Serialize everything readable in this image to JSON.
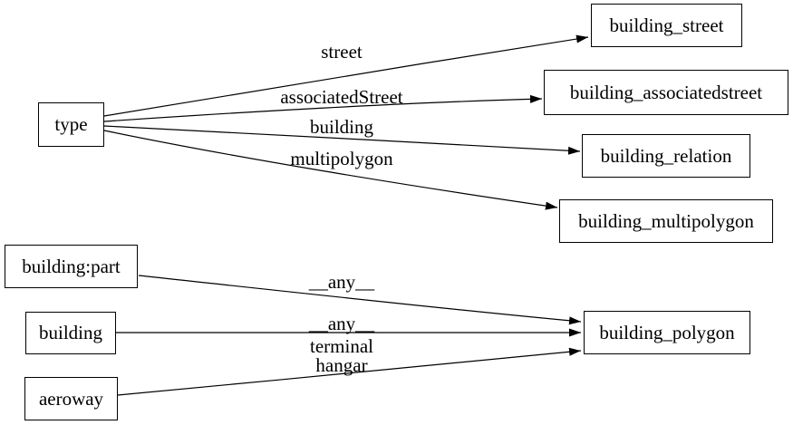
{
  "diagram": {
    "background_color": "#ffffff",
    "line_color": "#000000",
    "text_color": "#000000",
    "nodes": [
      {
        "id": "type",
        "label": "type"
      },
      {
        "id": "building_street",
        "label": "building_street"
      },
      {
        "id": "building_associatedstreet",
        "label": "building_associatedstreet"
      },
      {
        "id": "building_relation",
        "label": "building_relation"
      },
      {
        "id": "building_multipolygon",
        "label": "building_multipolygon"
      },
      {
        "id": "building:part",
        "label": "building:part"
      },
      {
        "id": "building",
        "label": "building"
      },
      {
        "id": "aeroway",
        "label": "aeroway"
      },
      {
        "id": "building_polygon",
        "label": "building_polygon"
      }
    ],
    "edges": [
      {
        "from": "type",
        "to": "building_street",
        "label": "street"
      },
      {
        "from": "type",
        "to": "building_associatedstreet",
        "label": "associatedStreet"
      },
      {
        "from": "type",
        "to": "building_relation",
        "label": "building"
      },
      {
        "from": "type",
        "to": "building_multipolygon",
        "label": "multipolygon"
      },
      {
        "from": "building:part",
        "to": "building_polygon",
        "label": "__any__"
      },
      {
        "from": "building",
        "to": "building_polygon",
        "label": "__any__"
      },
      {
        "from": "aeroway",
        "to": "building_polygon",
        "label_lines": [
          "terminal",
          "hangar"
        ]
      }
    ]
  }
}
